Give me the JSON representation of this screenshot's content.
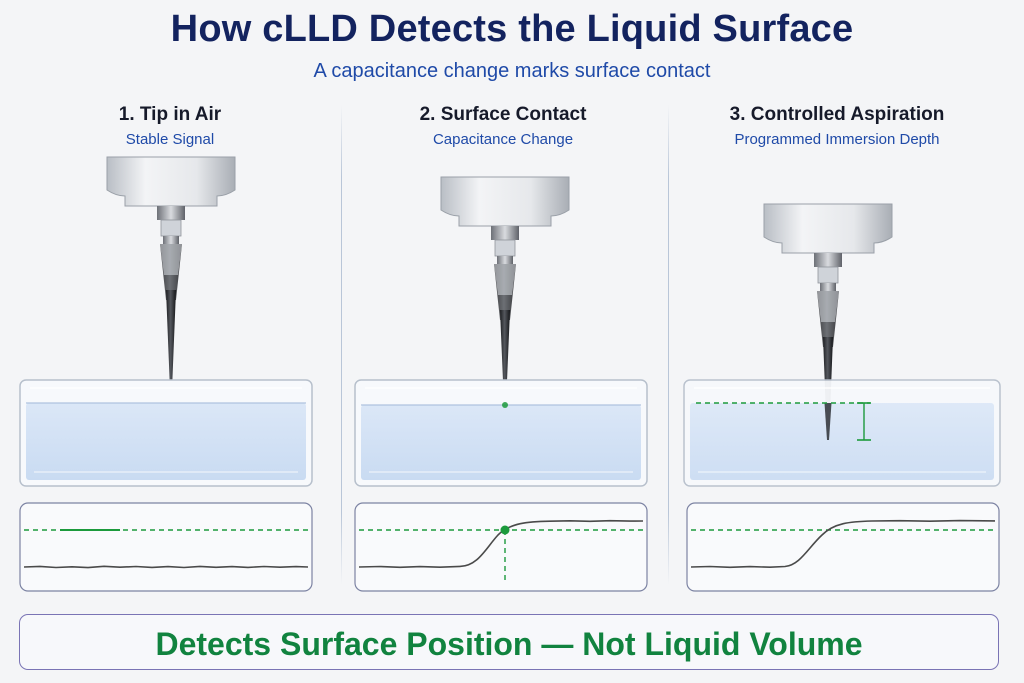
{
  "header": {
    "title": "How cLLD Detects the Liquid Surface",
    "subtitle": "A capacitance change marks surface contact"
  },
  "panels": [
    {
      "title": "1. Tip in Air",
      "subtitle": "Stable Signal",
      "state": "air"
    },
    {
      "title": "2. Surface Contact",
      "subtitle": "Capacitance Change",
      "state": "contact"
    },
    {
      "title": "3. Controlled Aspiration",
      "subtitle": "Programmed Immersion Depth",
      "state": "immersed"
    }
  ],
  "footer": {
    "text": "Detects Surface Position — Not Liquid Volume"
  },
  "colors": {
    "title": "#13235f",
    "accent_blue": "#1f4aa8",
    "threshold_green": "#1c9a3c",
    "footer_green": "#11833f",
    "liquid": "#d3e2f6",
    "signal_trace": "#4a4a4a"
  }
}
